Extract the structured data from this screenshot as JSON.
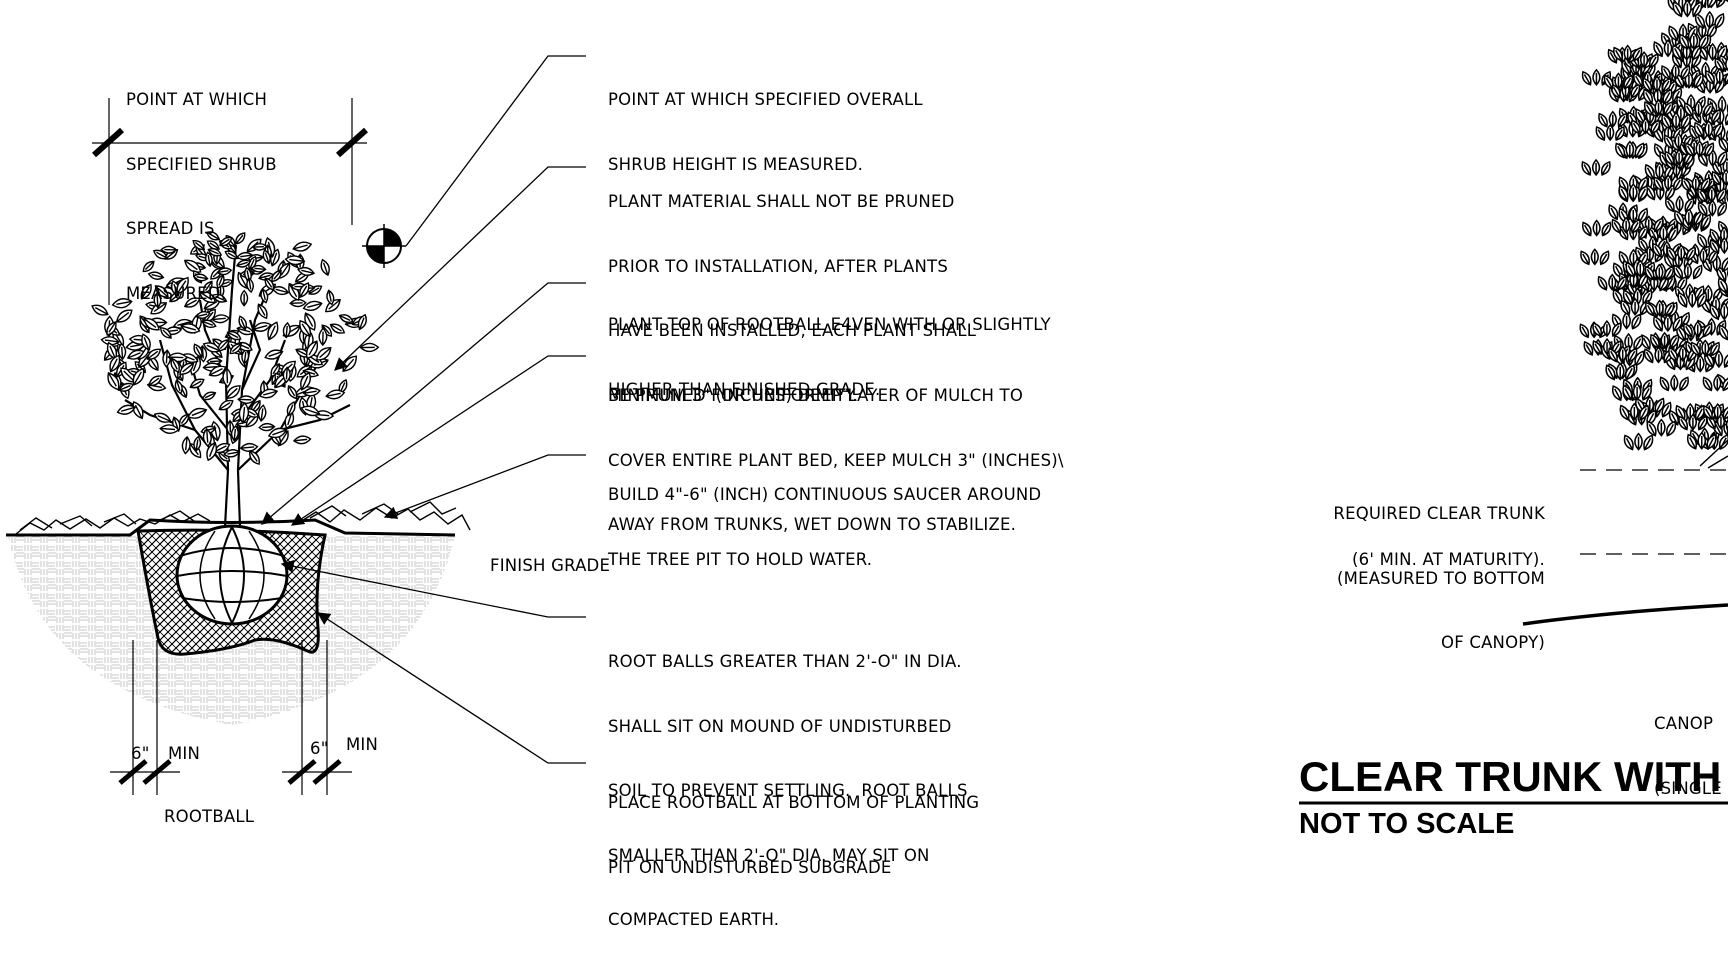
{
  "notes": {
    "spread": [
      "POINT AT WHICH",
      "SPECIFIED SHRUB",
      "SPREAD IS",
      "MEASURED."
    ],
    "height": [
      "POINT AT WHICH SPECIFIED OVERALL",
      "SHRUB HEIGHT IS MEASURED."
    ],
    "pruning": [
      "PLANT MATERIAL SHALL NOT BE PRUNED",
      "PRIOR TO INSTALLATION, AFTER PLANTS",
      "HAVE BEEN INSTALLED, EACH PLANT SHALL",
      "BE PRUNED FOR UNIFORMITY."
    ],
    "rootball_top": [
      "PLANT TOP OF ROOTBALL E4VEN WITH OR SLIGHTLY",
      "HIGHER THAN FINISHED GRADE."
    ],
    "mulch": [
      "MINIMUM 3\" (INCHES) DEEP LAYER OF MULCH TO",
      "COVER ENTIRE PLANT BED, KEEP MULCH 3\" (INCHES)\\",
      "AWAY FROM TRUNKS, WET DOWN TO STABILIZE."
    ],
    "saucer": [
      "BUILD 4\"-6\" (INCH) CONTINUOUS SAUCER AROUND",
      "THE TREE PIT TO HOLD WATER."
    ],
    "finish_grade": "FINISH GRADE",
    "root_balls": [
      "ROOT BALLS GREATER THAN 2'-O\" IN DIA.",
      "SHALL SIT ON MOUND OF UNDISTURBED",
      "SOIL TO PREVENT SETTLING.  ROOT BALLS",
      "SMALLER THAN 2'-O\" DIA. MAY SIT ON",
      "COMPACTED EARTH."
    ],
    "subgrade": [
      "PLACE ROOTBALL AT BOTTOM OF PLANTING",
      "PIT ON UNDISTURBED SUBGRADE"
    ],
    "dim_left_value": "6\"",
    "dim_left_label": "MIN",
    "dim_right_value": "6\"",
    "dim_right_label": "MIN",
    "rootball_label": "ROOTBALL"
  },
  "right_panel": {
    "clear_trunk": [
      "REQUIRED CLEAR TRUNK",
      "(MEASURED TO BOTTOM",
      "OF CANOPY)"
    ],
    "min_maturity": "(6' MIN. AT MATURITY).",
    "canopy_partial": [
      "CANOP",
      "(SINGLE"
    ],
    "title": "CLEAR TRUNK WITH",
    "subtitle": "NOT TO SCALE"
  },
  "colors": {
    "ink": "#000000",
    "soil_hatch": "#c4c4c4",
    "background": "#ffffff"
  }
}
